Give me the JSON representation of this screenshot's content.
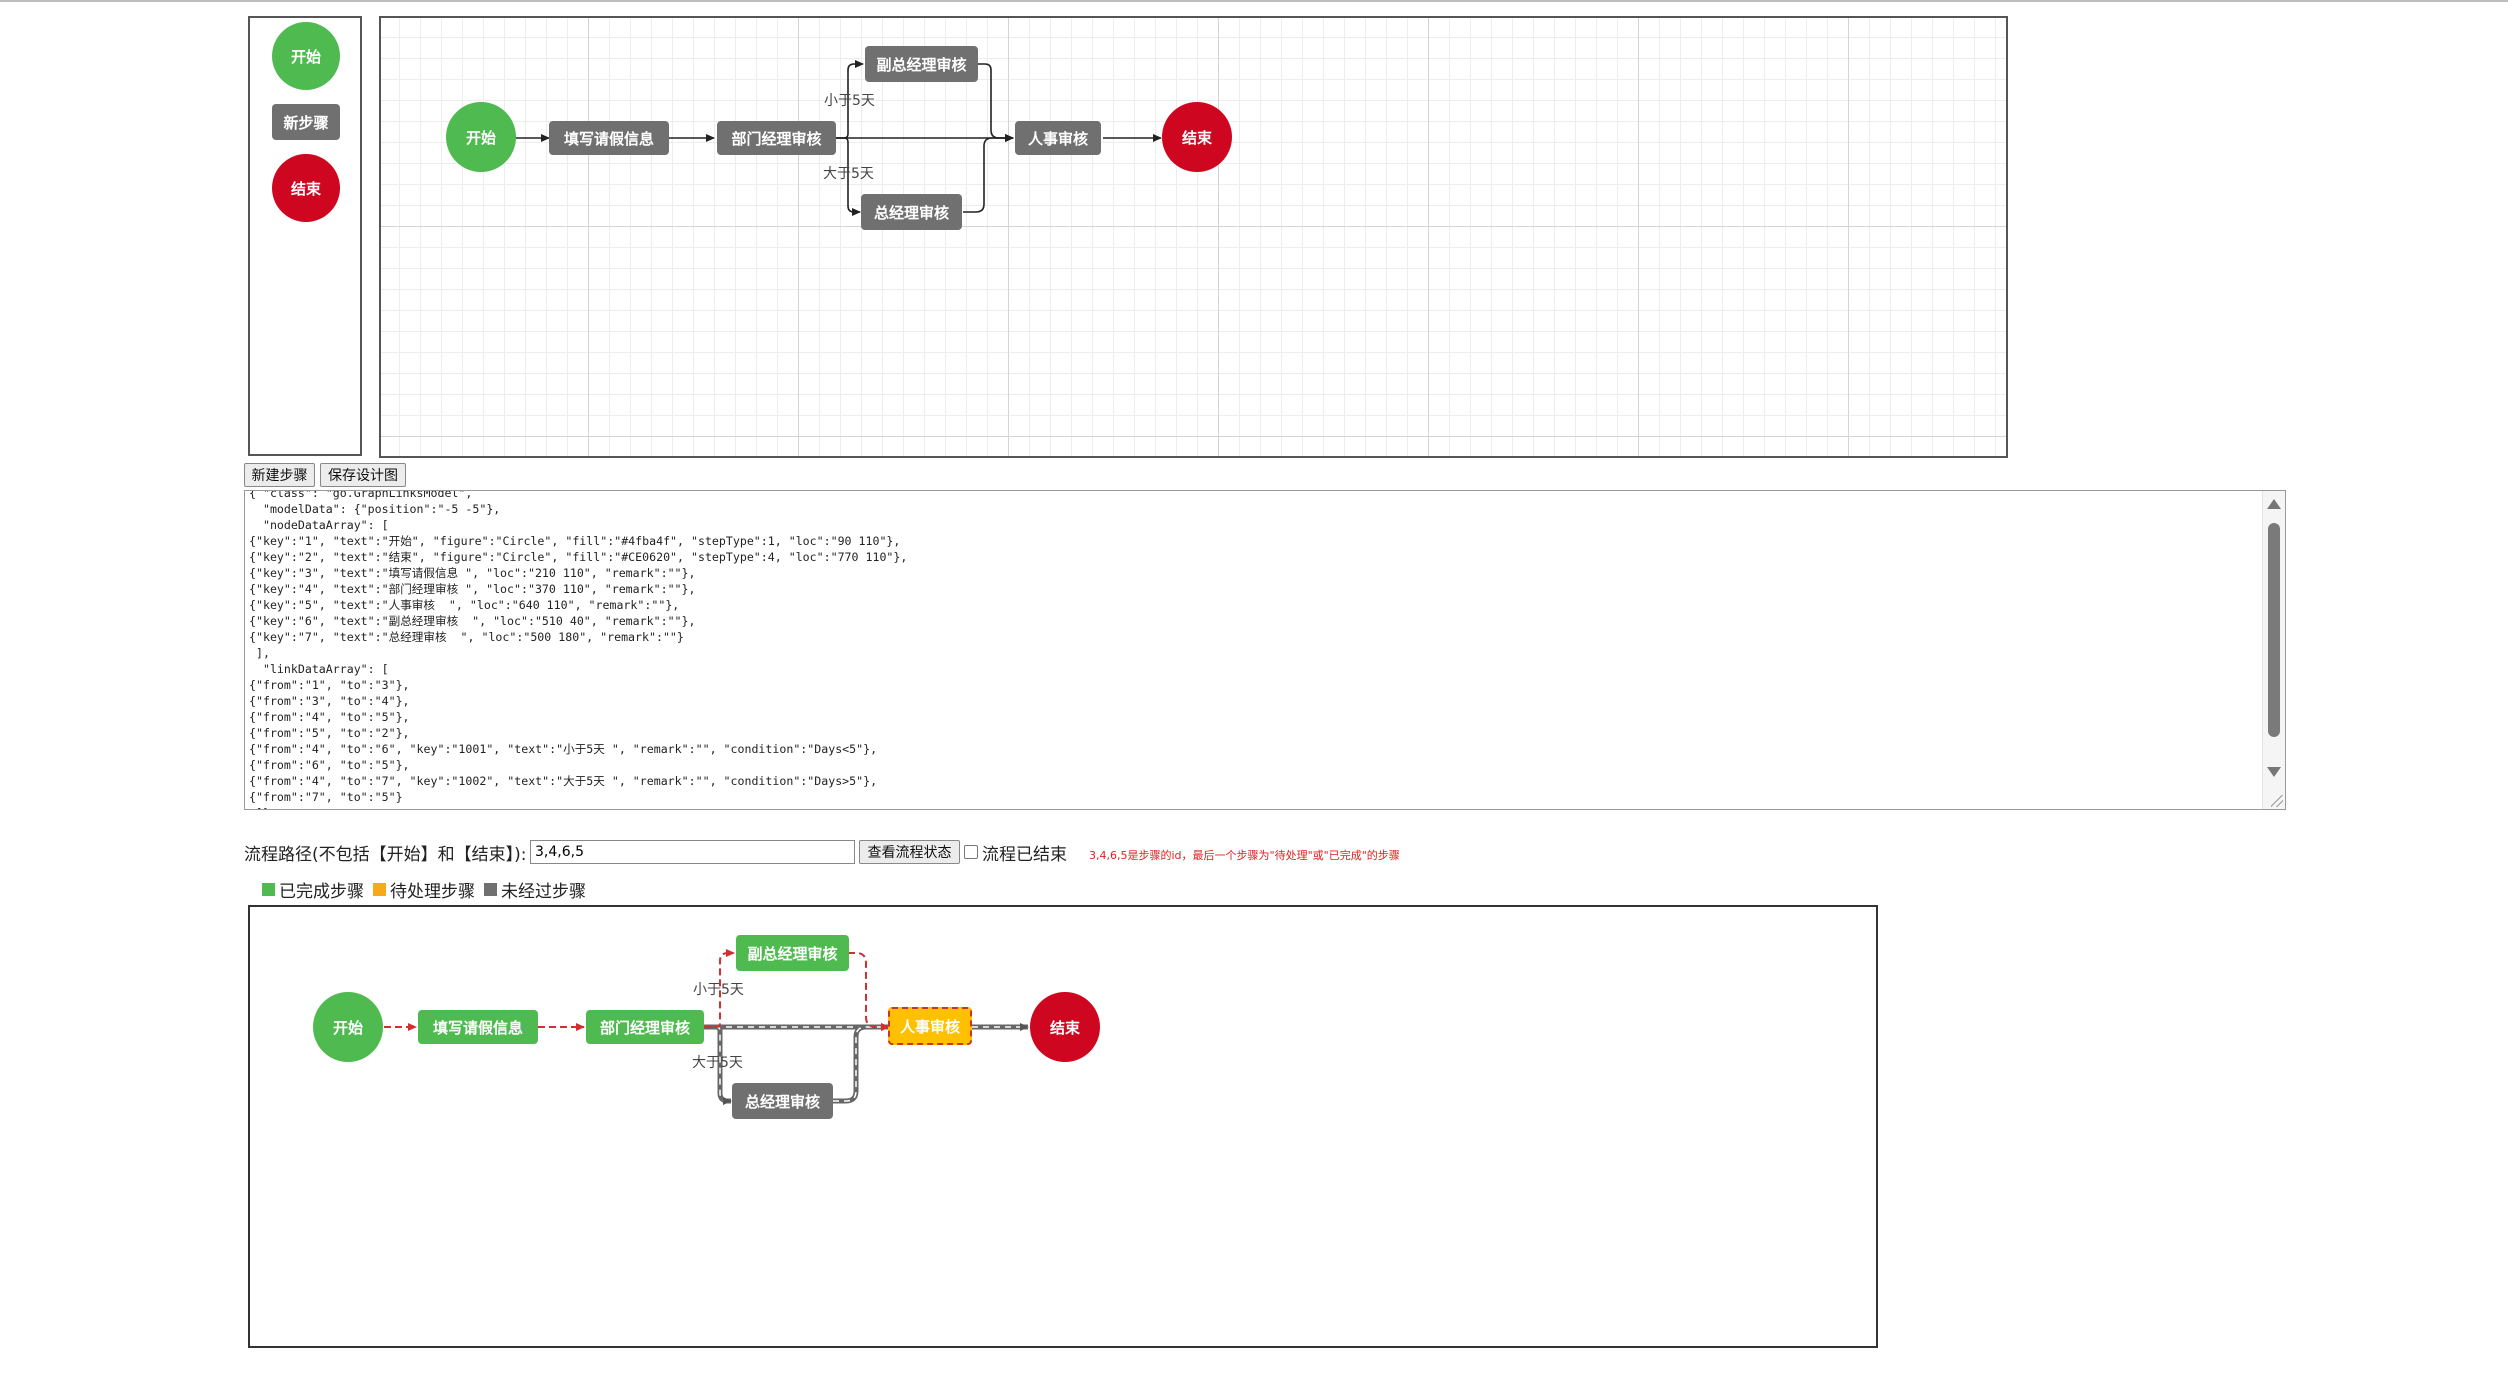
{
  "palette": {
    "start": {
      "label": "开始",
      "color": "#4fba4f"
    },
    "step": {
      "label": "新步骤",
      "color": "#707070"
    },
    "end": {
      "label": "结束",
      "color": "#ce0620"
    }
  },
  "diagram_top": {
    "nodes": {
      "start": "开始",
      "fill_info": "填写请假信息",
      "dept_mgr": "部门经理审核",
      "deputy_gm": "副总经理审核",
      "gm": "总经理审核",
      "hr": "人事审核",
      "end": "结束"
    },
    "labels": {
      "less5": "小于5天",
      "more5": "大于5天"
    }
  },
  "toolbar": {
    "new_step": "新建步骤",
    "save": "保存设计图"
  },
  "json_text": "{ \"class\": \"go.GraphLinksModel\",\n  \"modelData\": {\"position\":\"-5 -5\"},\n  \"nodeDataArray\": [\n{\"key\":\"1\", \"text\":\"开始\", \"figure\":\"Circle\", \"fill\":\"#4fba4f\", \"stepType\":1, \"loc\":\"90 110\"},\n{\"key\":\"2\", \"text\":\"结束\", \"figure\":\"Circle\", \"fill\":\"#CE0620\", \"stepType\":4, \"loc\":\"770 110\"},\n{\"key\":\"3\", \"text\":\"填写请假信息 \", \"loc\":\"210 110\", \"remark\":\"\"},\n{\"key\":\"4\", \"text\":\"部门经理审核 \", \"loc\":\"370 110\", \"remark\":\"\"},\n{\"key\":\"5\", \"text\":\"人事审核  \", \"loc\":\"640 110\", \"remark\":\"\"},\n{\"key\":\"6\", \"text\":\"副总经理审核  \", \"loc\":\"510 40\", \"remark\":\"\"},\n{\"key\":\"7\", \"text\":\"总经理审核  \", \"loc\":\"500 180\", \"remark\":\"\"}\n ],\n  \"linkDataArray\": [\n{\"from\":\"1\", \"to\":\"3\"},\n{\"from\":\"3\", \"to\":\"4\"},\n{\"from\":\"4\", \"to\":\"5\"},\n{\"from\":\"5\", \"to\":\"2\"},\n{\"from\":\"4\", \"to\":\"6\", \"key\":\"1001\", \"text\":\"小于5天 \", \"remark\":\"\", \"condition\":\"Days<5\"},\n{\"from\":\"6\", \"to\":\"5\"},\n{\"from\":\"4\", \"to\":\"7\", \"key\":\"1002\", \"text\":\"大于5天 \", \"remark\":\"\", \"condition\":\"Days>5\"},\n{\"from\":\"7\", \"to\":\"5\"}\n ]}",
  "path": {
    "label": "流程路径(不包括【开始】和【结束】):",
    "value": "3,4,6,5",
    "check_button": "查看流程状态",
    "finished_label": "流程已结束",
    "hint": "3,4,6,5是步骤的id，最后一个步骤为\"待处理\"或\"已完成\"的步骤"
  },
  "legend": {
    "done": {
      "label": "已完成步骤",
      "color": "#4fba4f"
    },
    "pending": {
      "label": "待处理步骤",
      "color": "#f7a81b"
    },
    "unvisited": {
      "label": "未经过步骤",
      "color": "#707070"
    }
  },
  "diagram_bottom": {
    "nodes": {
      "start": "开始",
      "fill_info": "填写请假信息",
      "dept_mgr": "部门经理审核",
      "deputy_gm": "副总经理审核",
      "gm": "总经理审核",
      "hr": "人事审核",
      "end": "结束"
    },
    "labels": {
      "less5": "小于5天",
      "more5": "大于5天"
    },
    "colors": {
      "done": "#4fba4f",
      "pending": "#ffc000",
      "pending_border": "#d32f2f",
      "unvisited": "#707070",
      "path_link": "#d32f2f"
    }
  }
}
